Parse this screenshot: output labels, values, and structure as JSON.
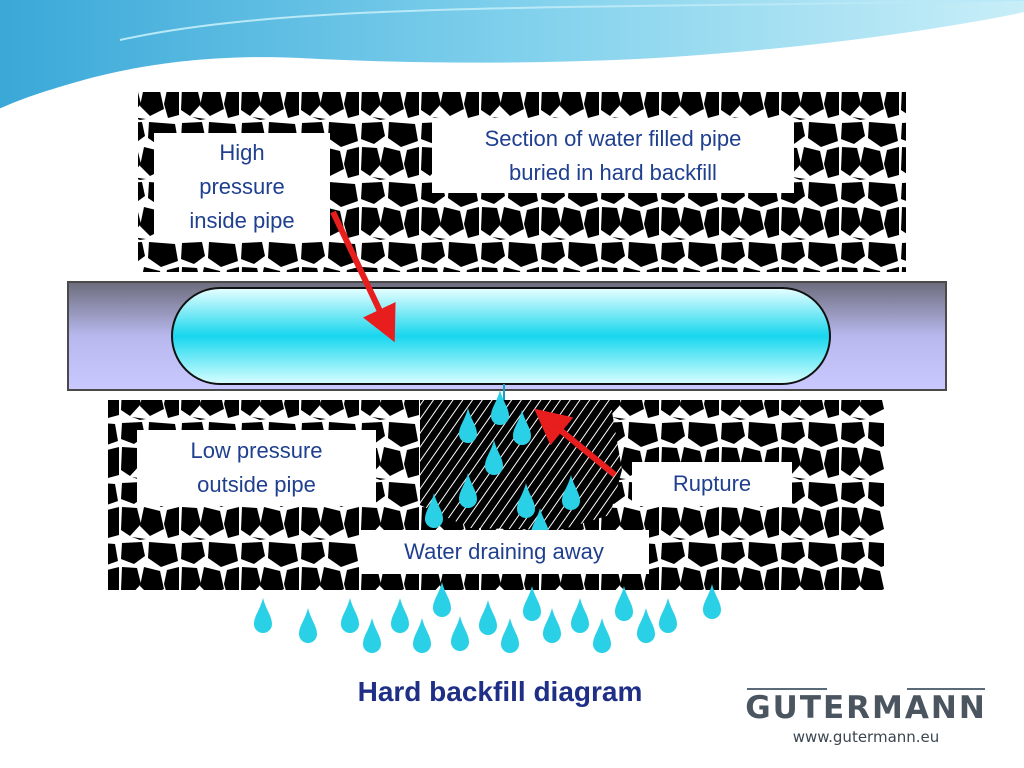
{
  "labels": {
    "high_pressure": "High\npressure\ninside pipe",
    "section": "Section of water filled pipe\nburied in hard backfill",
    "low_pressure": "Low pressure\noutside pipe",
    "rupture": "Rupture",
    "draining": "Water draining away"
  },
  "caption": "Hard backfill diagram",
  "logo": {
    "brand": "GUTERMANN",
    "url": "www.gutermann.eu"
  },
  "colors": {
    "text": "#1f3f8f",
    "caption": "#1f2f86",
    "arrow": "#e81e1e",
    "water": "#18d6ee",
    "drop": "#2ad1e6",
    "rock": "#000000",
    "pipe_wall": "#8c8cc8"
  }
}
